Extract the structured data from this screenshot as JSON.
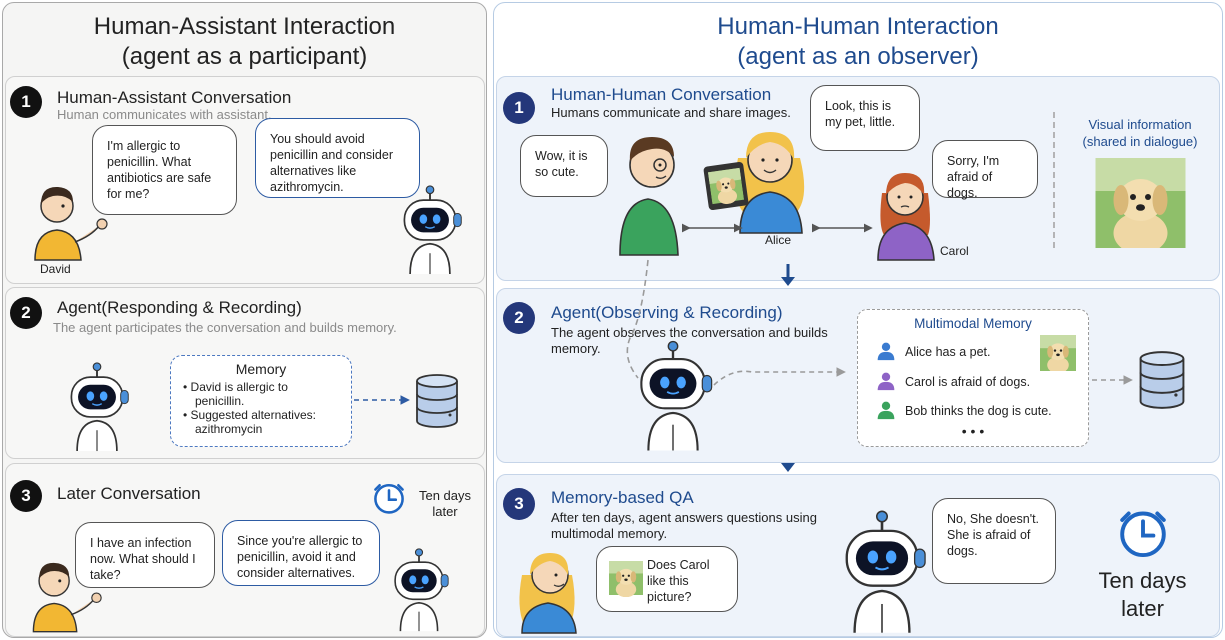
{
  "left": {
    "title_line1": "Human-Assistant Interaction",
    "title_line2": "(agent as a participant)",
    "s1": {
      "num": "1",
      "heading": "Human-Assistant Conversation",
      "sub": "Human communicates with assistant.",
      "user_bubble": "I'm allergic to penicillin. What antibiotics are safe for me?",
      "agent_bubble": "You should avoid penicillin and consider alternatives like azithromycin.",
      "person_name": "David"
    },
    "s2": {
      "num": "2",
      "heading": "Agent(Responding & Recording)",
      "sub": "The agent participates the conversation and builds memory.",
      "memory_title": "Memory",
      "memory_items": [
        "• David is allergic to",
        "penicillin.",
        "• Suggested alternatives:",
        "azithromycin"
      ]
    },
    "s3": {
      "num": "3",
      "heading": "Later Conversation",
      "time_line1": "Ten days",
      "time_line2": "later",
      "user_bubble": "I have an infection now. What should I take?",
      "agent_bubble": "Since you're allergic to penicillin, avoid it and consider alternatives."
    }
  },
  "right": {
    "title_line1": "Human-Human Interaction",
    "title_line2": "(agent as an observer)",
    "s1": {
      "num": "1",
      "heading": "Human-Human Conversation",
      "sub": "Humans communicate and share images.",
      "bubble_bob": "Wow, it is so cute.",
      "bubble_alice": "Look, this is my pet, little.",
      "bubble_carol": "Sorry, I'm afraid of dogs.",
      "name_alice": "Alice",
      "name_carol": "Carol",
      "visual_line1": "Visual information",
      "visual_line2": "(shared in dialogue)"
    },
    "s2": {
      "num": "2",
      "heading": "Agent(Observing & Recording)",
      "sub_line1": "The agent observes the conversation and builds",
      "sub_line2": "memory.",
      "memory_title": "Multimodal Memory",
      "memory_items": [
        "Alice has a pet.",
        "Carol is afraid of dogs.",
        "Bob thinks the dog is cute."
      ],
      "ellipsis": "•  •  •"
    },
    "s3": {
      "num": "3",
      "heading": "Memory-based QA",
      "sub_line1": "After ten days, agent answers questions using",
      "sub_line2": "multimodal memory.",
      "question": "Does Carol like this picture?",
      "answer": "No, She doesn't. She is afraid of dogs.",
      "time_line1": "Ten days",
      "time_line2": "later"
    }
  },
  "colors": {
    "accent_blue": "#1f4b8e",
    "badge_blue": "#24377a",
    "robot_blue": "#4a8fd8",
    "shirt_yellow": "#f2b733",
    "shirt_green": "#3aa35d",
    "shirt_blue": "#3a8ad6",
    "shirt_purple": "#8e63c6"
  },
  "icons": [
    "robot-icon",
    "database-icon",
    "clock-icon",
    "person-icon",
    "dog-photo",
    "down-arrow-icon"
  ]
}
